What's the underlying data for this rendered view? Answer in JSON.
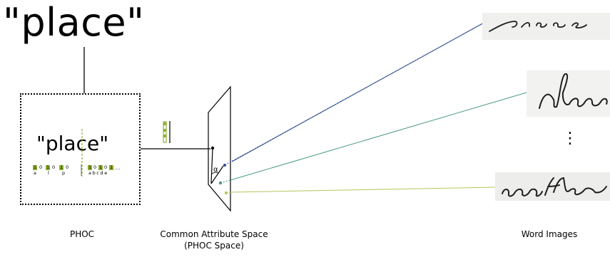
{
  "query": {
    "word": "\"place\""
  },
  "phoc": {
    "word": "\"place\"",
    "caption": "PHOC",
    "level1_bits": [
      "1",
      "0",
      "1",
      "0",
      "1",
      "0"
    ],
    "level1_letters": [
      "a",
      "l",
      "p"
    ],
    "level2_bits": [
      "1",
      "0",
      "1",
      "0",
      "1"
    ],
    "level2_letters": "abcde",
    "ellipsis": "...."
  },
  "space": {
    "caption_line1": "Common Attribute Space",
    "caption_line2": "(PHOC Space)",
    "angle_label": "α"
  },
  "word_images": {
    "caption": "Word Images",
    "words": [
      "place",
      "there",
      "another"
    ],
    "ellipsis": "⋮"
  },
  "colors": {
    "bit_on": "#8cb030",
    "line_place": "#2b4b8e",
    "line_there": "#4a9a7e",
    "line_another": "#b5c65a",
    "highlight": "#8cb030"
  }
}
